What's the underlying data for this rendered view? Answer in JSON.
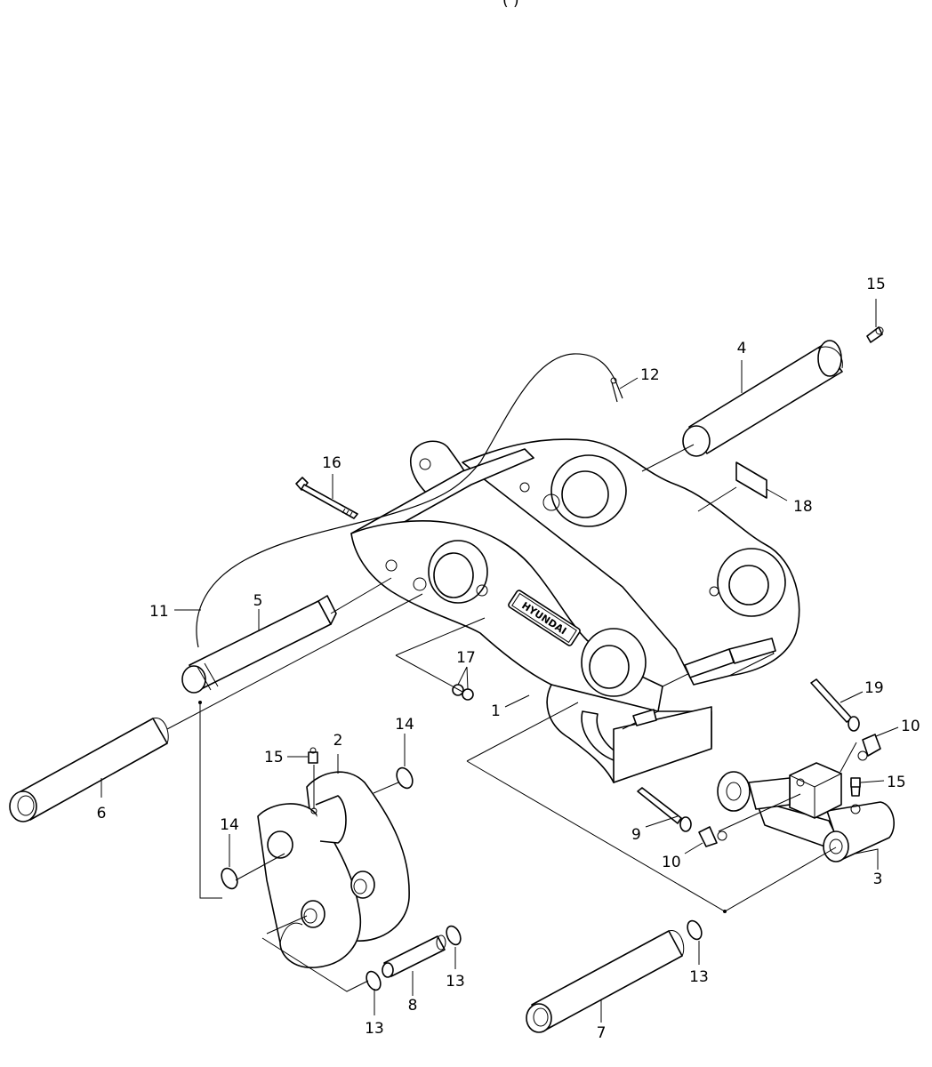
{
  "diagram": {
    "header_fragment": "(                              )",
    "logo_text": "HYUNDAI",
    "callouts": [
      {
        "id": "c15a",
        "text": "15"
      },
      {
        "id": "c4",
        "text": "4"
      },
      {
        "id": "c12",
        "text": "12"
      },
      {
        "id": "c16",
        "text": "16"
      },
      {
        "id": "c18",
        "text": "18"
      },
      {
        "id": "c11",
        "text": "11"
      },
      {
        "id": "c5",
        "text": "5"
      },
      {
        "id": "c17",
        "text": "17"
      },
      {
        "id": "c1",
        "text": "1"
      },
      {
        "id": "c19",
        "text": "19"
      },
      {
        "id": "c10a",
        "text": "10"
      },
      {
        "id": "c14a",
        "text": "14"
      },
      {
        "id": "c2",
        "text": "2"
      },
      {
        "id": "c15b",
        "text": "15"
      },
      {
        "id": "c15c",
        "text": "15"
      },
      {
        "id": "c6",
        "text": "6"
      },
      {
        "id": "c14b",
        "text": "14"
      },
      {
        "id": "c9",
        "text": "9"
      },
      {
        "id": "c10b",
        "text": "10"
      },
      {
        "id": "c3",
        "text": "3"
      },
      {
        "id": "c13a",
        "text": "13"
      },
      {
        "id": "c8",
        "text": "8"
      },
      {
        "id": "c13b",
        "text": "13"
      },
      {
        "id": "c13c",
        "text": "13"
      },
      {
        "id": "c7",
        "text": "7"
      }
    ]
  }
}
